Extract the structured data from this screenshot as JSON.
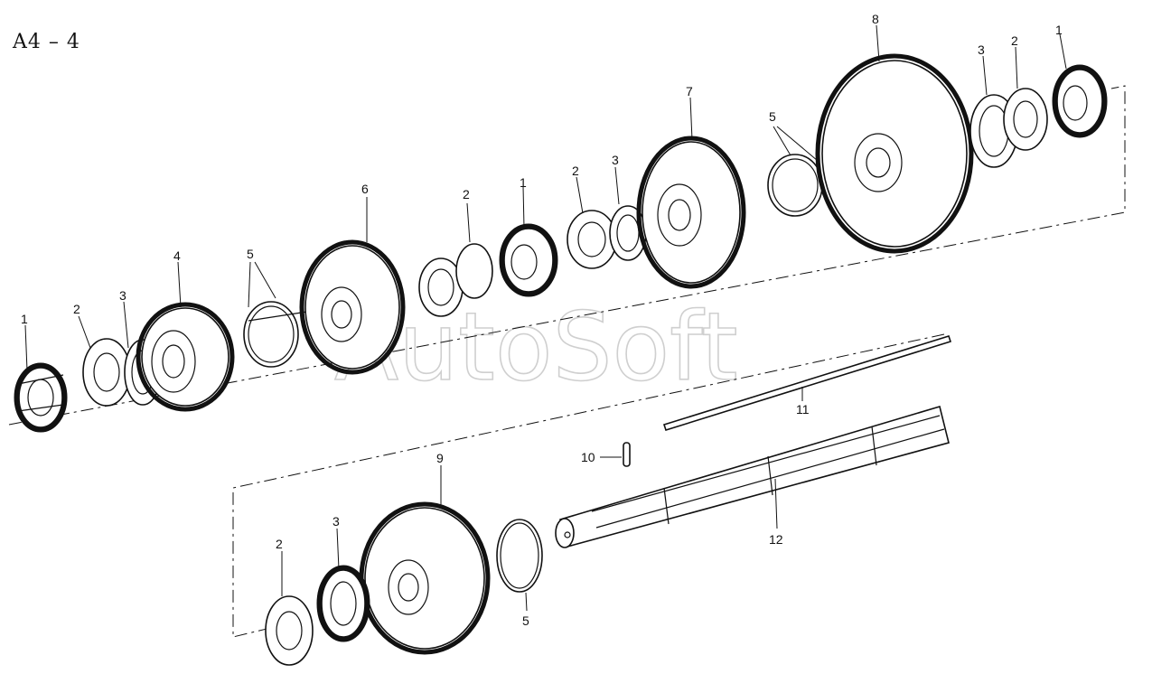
{
  "page_label": "A4 – 4",
  "watermark": "AutoSoft",
  "callouts": [
    {
      "id": "c1a",
      "text": "1"
    },
    {
      "id": "c2a",
      "text": "2"
    },
    {
      "id": "c3a",
      "text": "3"
    },
    {
      "id": "c4",
      "text": "4"
    },
    {
      "id": "c5a",
      "text": "5"
    },
    {
      "id": "c6",
      "text": "6"
    },
    {
      "id": "c2b",
      "text": "2"
    },
    {
      "id": "c1b",
      "text": "1"
    },
    {
      "id": "c2c",
      "text": "2"
    },
    {
      "id": "c3b",
      "text": "3"
    },
    {
      "id": "c7",
      "text": "7"
    },
    {
      "id": "c5b",
      "text": "5"
    },
    {
      "id": "c8",
      "text": "8"
    },
    {
      "id": "c3c",
      "text": "3"
    },
    {
      "id": "c2d",
      "text": "2"
    },
    {
      "id": "c1c",
      "text": "1"
    },
    {
      "id": "c11",
      "text": "11"
    },
    {
      "id": "c10",
      "text": "10"
    },
    {
      "id": "c9",
      "text": "9"
    },
    {
      "id": "c3d",
      "text": "3"
    },
    {
      "id": "c2e",
      "text": "2"
    },
    {
      "id": "c12",
      "text": "12"
    },
    {
      "id": "c5c",
      "text": "5"
    }
  ]
}
